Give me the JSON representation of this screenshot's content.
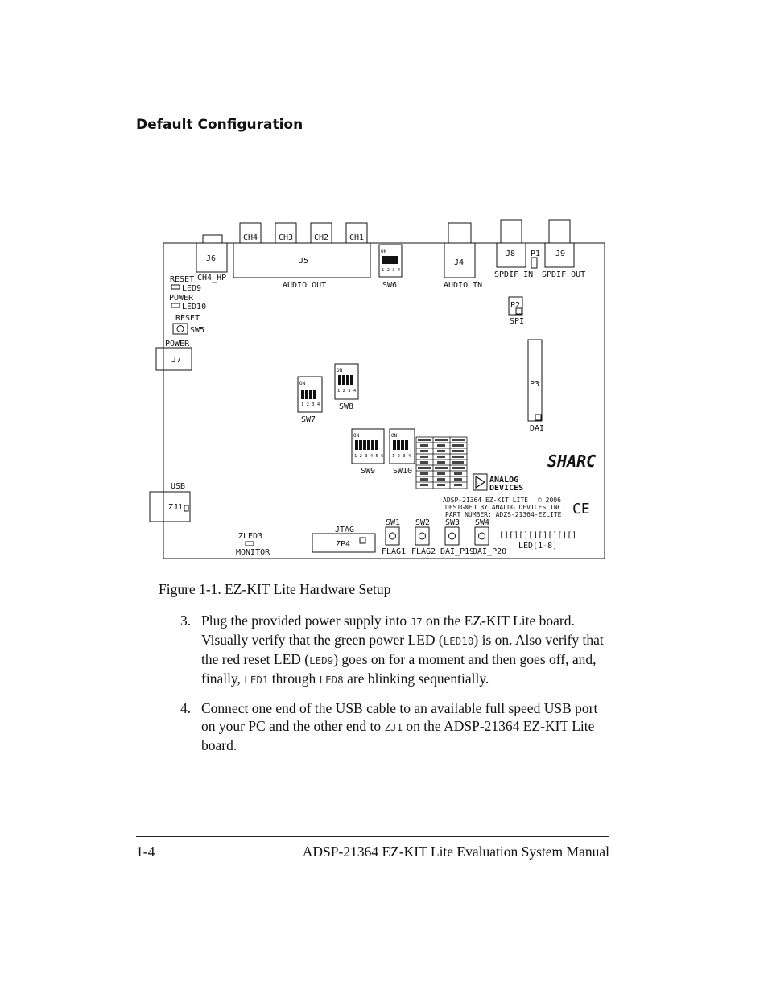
{
  "heading": "Default Configuration",
  "figure": {
    "caption": "Figure 1-1. EZ-KIT Lite Hardware Setup",
    "labels": {
      "ch4": "CH4",
      "ch3": "CH3",
      "ch2": "CH2",
      "ch1": "CH1",
      "j6": "J6",
      "ch4_hp": "CH4_HP",
      "j5": "J5",
      "audio_out": "AUDIO OUT",
      "sw6": "SW6",
      "on": "ON",
      "dip4": "1 2 3 4",
      "dip6": "1 2 3 4 5 6",
      "j4": "J4",
      "audio_in": "AUDIO IN",
      "j8": "J8",
      "p1": "P1",
      "j9": "J9",
      "spdif_in": "SPDIF IN",
      "spdif_out": "SPDIF OUT",
      "reset_led9": "RESET",
      "led9": "LED9",
      "power_led10": "POWER",
      "led10": "LED10",
      "reset_sw5": "RESET",
      "sw5": "SW5",
      "power_j7": "POWER",
      "j7": "J7",
      "p2": "P2",
      "spi": "SPI",
      "p3": "P3",
      "dai": "DAI",
      "sw7": "SW7",
      "sw8": "SW8",
      "sw9": "SW9",
      "sw10": "SW10",
      "usb": "USB",
      "zj1": "ZJ1",
      "analog": "ANALOG",
      "devices": "DEVICES",
      "sharc": "SHARC",
      "kit_line1": "ADSP-21364 EZ-KIT LITE",
      "copyright": "© 2006",
      "kit_line2": "DESIGNED BY ANALOG DEVICES INC.",
      "kit_line3": "PART NUMBER: ADZS-21364-EZLITE",
      "ce": "CE",
      "zled3": "ZLED3",
      "monitor": "MONITOR",
      "jtag": "JTAG",
      "zp4": "ZP4",
      "sw1": "SW1",
      "sw2": "SW2",
      "sw3": "SW3",
      "sw4": "SW4",
      "flag1": "FLAG1",
      "flag2": "FLAG2",
      "dai_p19": "DAI_P19",
      "dai_p20": "DAI_P20",
      "led_row": "[][][][][][][][]",
      "led_range": "LED[1-8]"
    }
  },
  "steps": [
    {
      "num": "3.",
      "t1": "Plug the provided power supply into ",
      "c1": "J7",
      "t2": " on the EZ-KIT Lite board. Visually verify that the green power LED (",
      "c2": "LED10",
      "t3": ") is on. Also verify that the red reset LED (",
      "c3": "LED9",
      "t4": ") goes on for a moment and then goes off, and, finally, ",
      "c4": "LED1",
      "t5": " through ",
      "c5": "LED8",
      "t6": " are blinking sequentially."
    },
    {
      "num": "4.",
      "t1": "Connect one end of the USB cable to an available full speed USB port on your PC and the other end to ",
      "c1": "ZJ1",
      "t2": " on the ADSP-21364 EZ-KIT Lite board."
    }
  ],
  "footer": {
    "page_number": "1-4",
    "manual_title": "ADSP-21364 EZ-KIT Lite Evaluation System Manual"
  }
}
